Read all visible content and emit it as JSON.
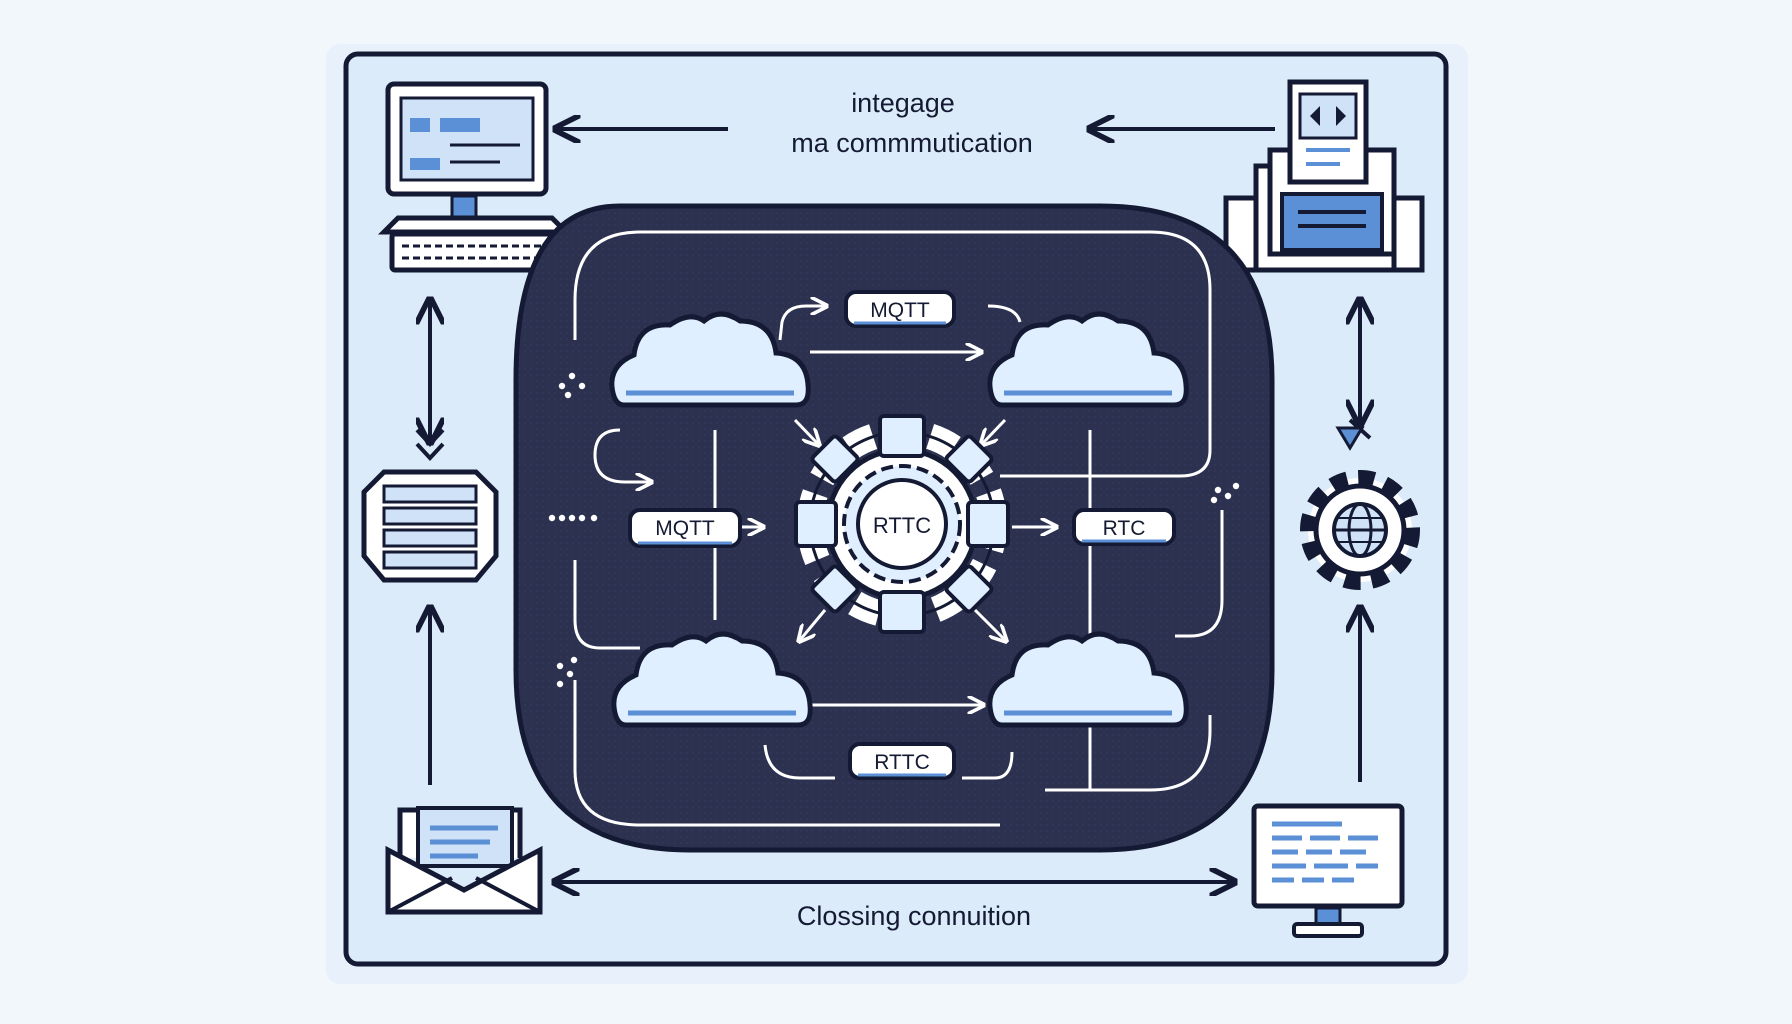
{
  "header": {
    "line1": "integage",
    "line2": "ma commmutication"
  },
  "footer": {
    "caption": "Clossing connuition"
  },
  "hub": {
    "label": "RTTC"
  },
  "pills": {
    "top": "MQTT",
    "left": "MQTT",
    "right": "RTC",
    "bottom": "RTTC"
  },
  "colors": {
    "background": "#f2f7fc",
    "panel": "#dcebfa",
    "outline": "#141a33",
    "dark_region": "#2c3150",
    "cloud": "#e0efff",
    "accent": "#5b8fd6"
  },
  "icons": {
    "top_left": "desktop-computer-icon",
    "top_right": "server-documents-icon",
    "mid_left": "database-stack-icon",
    "mid_right": "gear-globe-icon",
    "bottom_left": "email-envelope-icon",
    "bottom_right": "monitor-icon",
    "clouds": "cloud-icon",
    "hub": "puzzle-gear-icon"
  }
}
